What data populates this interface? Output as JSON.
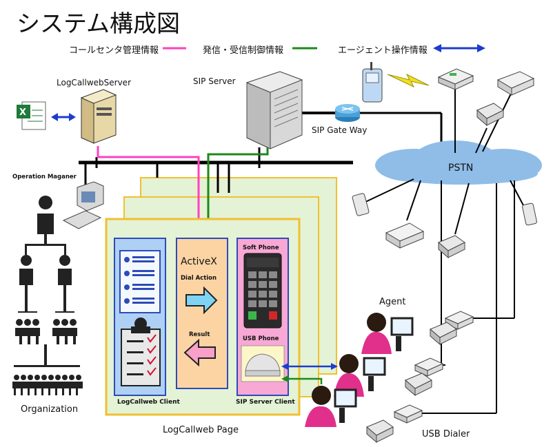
{
  "title": "システム構成図",
  "legend": {
    "call_center_info": "コールセンタ管理情報",
    "dial_control_info": "発信・受信制御情報",
    "agent_operation_info": "エージェント操作情報",
    "colors": {
      "call_center_info": "#ff40c0",
      "dial_control_info": "#1a8a1a",
      "agent_operation_info": "#1c3ccf"
    }
  },
  "servers": {
    "log_server": "LogCallwebServer",
    "sip_server": "SIP Server",
    "sip_gateway": "SIP Gate Way",
    "pstn": "PSTN"
  },
  "organization": {
    "manager": "Operation Maganer",
    "label": "Organization"
  },
  "page": {
    "label": "LogCallweb Page",
    "activex": "ActiveX",
    "dial_action": "Dial Action",
    "result": "Result",
    "soft_phone": "Soft Phone",
    "usb_phone": "USB Phone",
    "client_left": "LogCallweb Client",
    "client_right": "SIP Server Client"
  },
  "agents": {
    "label": "Agent",
    "dialer": "USB  Dialer"
  }
}
